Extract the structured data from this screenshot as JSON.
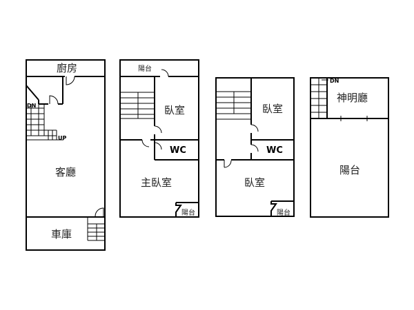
{
  "floors": [
    {
      "rooms": {
        "kitchen": "廚房",
        "living": "客廳",
        "garage": "車庫"
      },
      "stair_up": "UP",
      "stair_dn": "DN"
    },
    {
      "rooms": {
        "balcony_top": "陽台",
        "bedroom": "臥室",
        "wc": "WC",
        "master": "主臥室",
        "balcony_small": "陽台"
      }
    },
    {
      "rooms": {
        "bedroom_top": "臥室",
        "wc": "WC",
        "bedroom_bottom": "臥室",
        "balcony_small": "陽台"
      }
    },
    {
      "rooms": {
        "shrine": "神明廳",
        "balcony": "陽台"
      },
      "stair_dn": "DN"
    }
  ]
}
